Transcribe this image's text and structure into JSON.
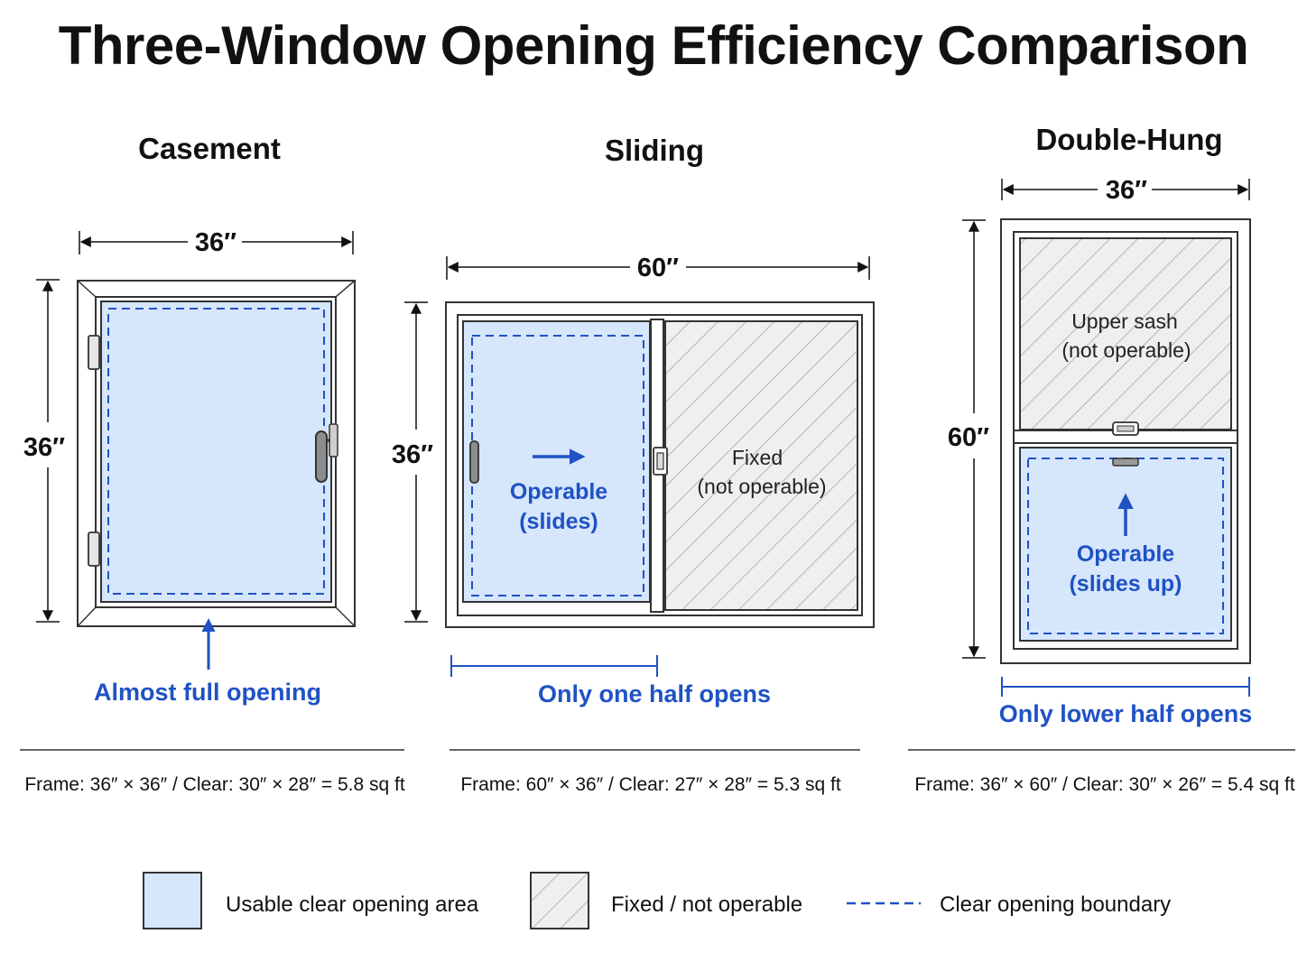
{
  "title": "Three-Window Opening Efficiency Comparison",
  "colors": {
    "usable_fill": "#d6e6fb",
    "accent_blue": "#1f52c4",
    "frame_stroke": "#333333",
    "hatch": "#b5b5b5"
  },
  "casement": {
    "title": "Casement",
    "width_dim": "36″",
    "height_dim": "36″",
    "caption": "Almost full opening",
    "spec": "Frame: 36″ × 36″ / Clear: 30″ × 28″ = 5.8 sq ft"
  },
  "sliding": {
    "title": "Sliding",
    "width_dim": "60″",
    "height_dim": "36″",
    "operable_line1": "Operable",
    "operable_line2": "(slides)",
    "fixed_line1": "Fixed",
    "fixed_line2": "(not operable)",
    "caption": "Only one half opens",
    "spec": "Frame: 60″ × 36″ / Clear: 27″ × 28″ = 5.3 sq ft"
  },
  "double_hung": {
    "title": "Double-Hung",
    "width_dim": "36″",
    "height_dim": "60″",
    "upper_line1": "Upper sash",
    "upper_line2": "(not operable)",
    "operable_line1": "Operable",
    "operable_line2": "(slides up)",
    "caption": "Only lower half opens",
    "spec": "Frame: 36″ × 60″ / Clear: 30″ × 26″ = 5.4 sq ft"
  },
  "legend": {
    "usable": "Usable clear opening area",
    "fixed": "Fixed / not operable",
    "boundary": "Clear opening boundary"
  }
}
